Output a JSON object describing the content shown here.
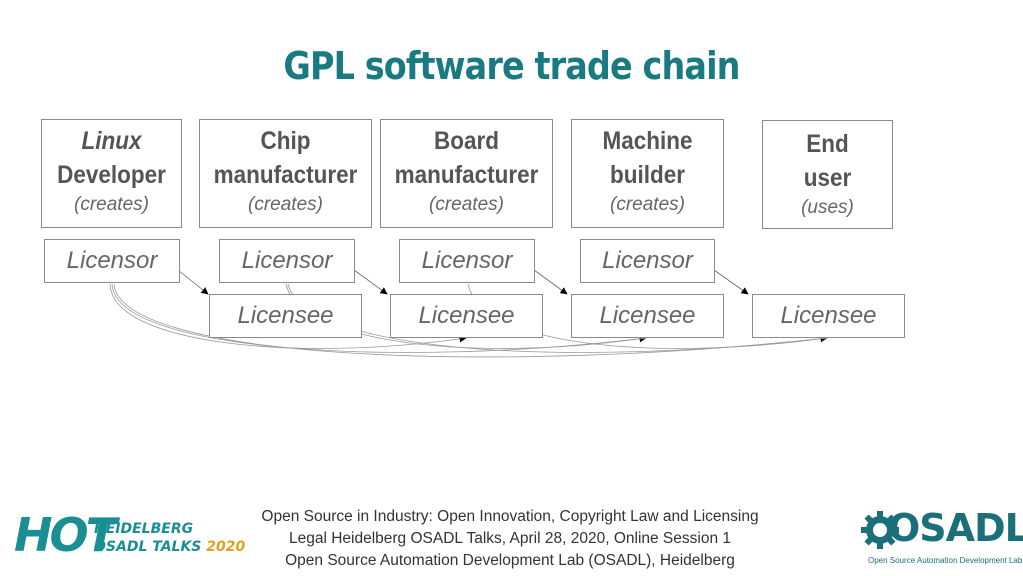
{
  "title": "GPL software trade chain",
  "roles": [
    {
      "line1": "Linux",
      "line2": "Developer",
      "verb": "(creates)"
    },
    {
      "line1": "Chip",
      "line2": "manufacturer",
      "verb": "(creates)"
    },
    {
      "line1": "Board",
      "line2": "manufacturer",
      "verb": "(creates)"
    },
    {
      "line1": "Machine",
      "line2": "builder",
      "verb": "(creates)"
    },
    {
      "line1": "End",
      "line2": "user",
      "verb": "(uses)"
    }
  ],
  "licensor_label": "Licensor",
  "licensee_label": "Licensee",
  "footer": [
    "Open Source in Industry: Open Innovation, Copyright Law and Licensing",
    "Legal Heidelberg OSADL Talks, April 28, 2020, Online Session 1",
    "Open Source Automation Development Lab (OSADL), Heidelberg"
  ],
  "logo_left": {
    "big": "HOT",
    "line1": "HEIDELBERG",
    "line2_a": "OSADL TALKS ",
    "line2_b": "2020"
  },
  "logo_right": {
    "word": "OSADL",
    "sub": "Open Source Automation Development Lab eG"
  },
  "colors": {
    "title": "#1a7a82",
    "accent": "#1a8f93",
    "year": "#e0a020",
    "border": "#8a8a8a"
  }
}
